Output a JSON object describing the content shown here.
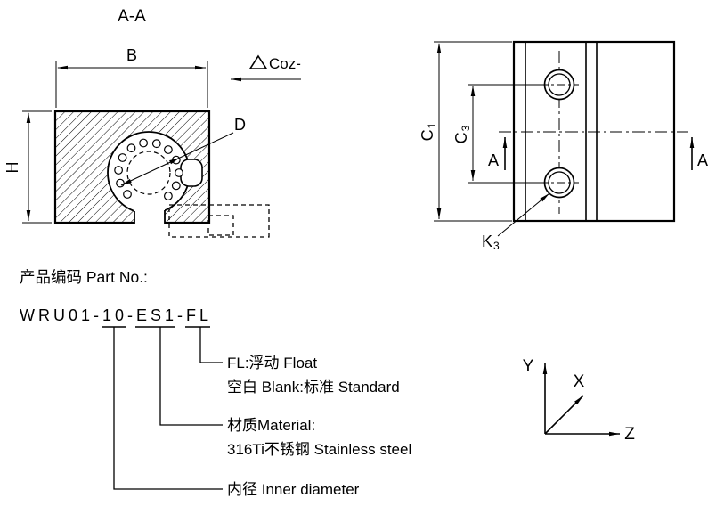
{
  "colors": {
    "ink": "#000000",
    "paper": "#ffffff"
  },
  "section_view": {
    "title": "A-A",
    "dim_b": "B",
    "dim_h": "H",
    "dim_d": "D",
    "flatness_label": "Coz-"
  },
  "side_view": {
    "dim_c1_main": "C",
    "dim_c1_sub": "1",
    "dim_c3_main": "C",
    "dim_c3_sub": "3",
    "cut_label_left": "A",
    "cut_label_right": "A",
    "k3_main": "K",
    "k3_sub": "3"
  },
  "part_block": {
    "heading": "产品编码 Part No.:",
    "code": "WRU01-10-ES1-FL",
    "callout_fl_line1": "FL:浮动 Float",
    "callout_fl_line2": "空白 Blank:标准 Standard",
    "callout_material_line1": "材质Material:",
    "callout_material_line2": "316Ti不锈钢 Stainless steel",
    "callout_diameter": "内径 Inner diameter"
  },
  "axes": {
    "x": "X",
    "y": "Y",
    "z": "Z"
  }
}
